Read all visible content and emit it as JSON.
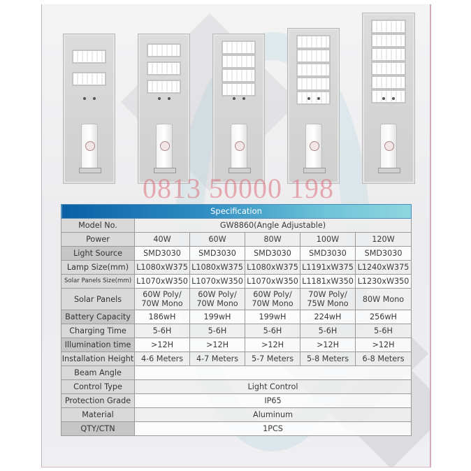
{
  "watermark": {
    "line2": "0813 50000 198"
  },
  "products": [
    {
      "power": "40W",
      "led_modules": 2
    },
    {
      "power": "60W",
      "led_modules": 3
    },
    {
      "power": "80W",
      "led_modules": 4
    },
    {
      "power": "100W",
      "led_modules": 5
    },
    {
      "power": "120W",
      "led_modules": 6
    }
  ],
  "spec": {
    "title": "Specification",
    "model_label": "Model No.",
    "model_value": "GW8860(Angle Adjustable)",
    "rows": [
      {
        "label": "Power",
        "values": [
          "40W",
          "60W",
          "80W",
          "100W",
          "120W"
        ]
      },
      {
        "label": "Light Source",
        "values": [
          "SMD3030",
          "SMD3030",
          "SMD3030",
          "SMD3030",
          "SMD3030"
        ]
      },
      {
        "label": "Lamp Size(mm)",
        "values": [
          "L1080xW375",
          "L1080xW375",
          "L1080xW375",
          "L1191xW375",
          "L1240xW375"
        ]
      },
      {
        "label": "Solar Panels Size(mm)",
        "values": [
          "L1070xW350",
          "L1070xW350",
          "L1070xW350",
          "L1181xW350",
          "L1230xW350"
        ]
      },
      {
        "label": "Solar Panels",
        "values": [
          [
            "60W Poly/",
            "70W Mono"
          ],
          [
            "60W Poly/",
            "70W Mono"
          ],
          [
            "60W Poly/",
            "70W Mono"
          ],
          [
            "70W Poly/",
            "75W Mono"
          ],
          [
            "80W Mono"
          ]
        ]
      },
      {
        "label": "Battery Capacity",
        "values": [
          "186wH",
          "199wH",
          "199wH",
          "224wH",
          "256wH"
        ]
      },
      {
        "label": "Charging Time",
        "values": [
          "5-6H",
          "5-6H",
          "5-6H",
          "5-6H",
          "5-6H"
        ]
      },
      {
        "label": "Illumination time",
        "values": [
          ">12H",
          ">12H",
          ">12H",
          ">12H",
          ">12H"
        ]
      },
      {
        "label": "Installation Height",
        "values": [
          "4-6 Meters",
          "4-7 Meters",
          "5-7 Meters",
          "5-8 Meters",
          "6-8 Meters"
        ]
      }
    ],
    "shared_rows": [
      {
        "label": "Beam Angle"
      },
      {
        "label": "Control Type",
        "value": "Light Control"
      },
      {
        "label": "Protection Grade",
        "value": "IP65"
      },
      {
        "label": "Material",
        "value": "Aluminum"
      },
      {
        "label": "QTY/CTN",
        "value": "1PCS"
      }
    ]
  }
}
